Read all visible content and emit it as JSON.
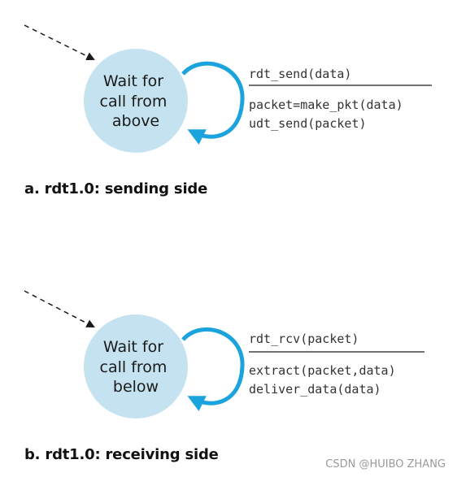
{
  "colors": {
    "state_fill": "#c4e2ef",
    "loop_arrow": "#1aa3dc",
    "entry_arrow": "#1a1a1a"
  },
  "sender": {
    "state_lines": [
      "Wait for",
      "call from",
      "above"
    ],
    "event": "rdt_send(data)",
    "actions": [
      "packet=make_pkt(data)",
      "udt_send(packet)"
    ],
    "caption": "a.  rdt1.0: sending side"
  },
  "receiver": {
    "state_lines": [
      "Wait for",
      "call from",
      "below"
    ],
    "event": "rdt_rcv(packet)",
    "actions": [
      "extract(packet,data)",
      "deliver_data(data)"
    ],
    "caption": "b.  rdt1.0: receiving side"
  },
  "watermark": "CSDN @HUIBO ZHANG"
}
